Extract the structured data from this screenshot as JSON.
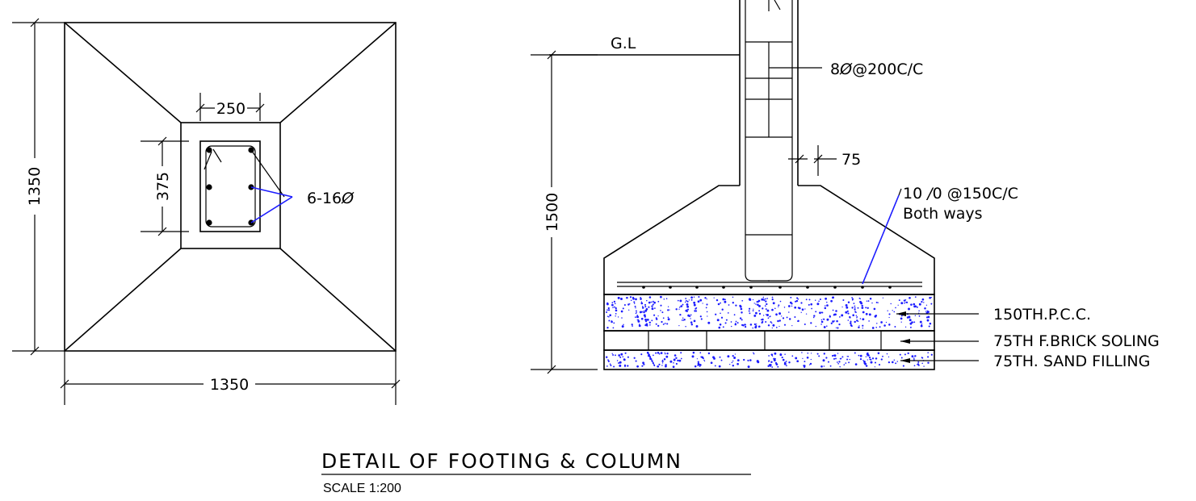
{
  "plan": {
    "dim_width": "1350",
    "dim_height": "1350",
    "dim_col_width": "250",
    "dim_col_depth": "375",
    "bars_label": "6-16",
    "bars_symbol": "Ø"
  },
  "section": {
    "ground_level": "G.L",
    "ties_label": "8",
    "ties_spec": "@200C/C",
    "cover": "75",
    "mesh_label_1_a": "10",
    "mesh_label_1_b": "0  @150C/C",
    "mesh_label_2": "Both ways",
    "depth": "1500",
    "layers": [
      {
        "label": "150TH.P.C.C."
      },
      {
        "label": "75TH  F.BRICK  SOLING"
      },
      {
        "label": "75TH.  SAND  FILLING"
      }
    ]
  },
  "title": "DETAIL  OF  FOOTING  &  COLUMN",
  "scale": "SCALE 1:200",
  "colors": {
    "line": "#000000",
    "annotation": "#1c1cff"
  }
}
